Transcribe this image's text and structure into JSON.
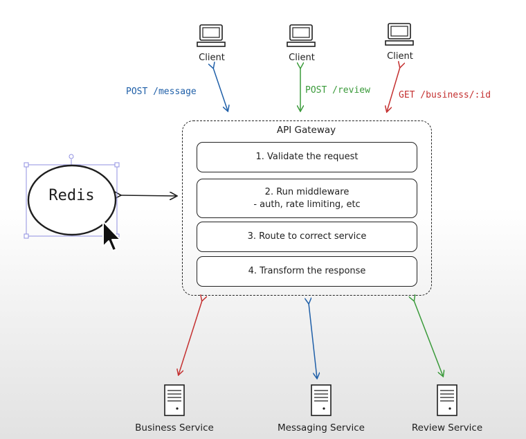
{
  "clients": [
    {
      "label": "Client"
    },
    {
      "label": "Client"
    },
    {
      "label": "Client"
    }
  ],
  "edges_top": [
    {
      "label": "POST /message",
      "color": "#1f5fa8"
    },
    {
      "label": "POST /review",
      "color": "#3a9a3a"
    },
    {
      "label": "GET /business/:id",
      "color": "#c43030"
    }
  ],
  "gateway": {
    "title": "API Gateway",
    "steps": [
      {
        "label": "1. Validate the request"
      },
      {
        "label": "2. Run middleware\n- auth, rate limiting, etc"
      },
      {
        "label": "3. Route to correct service"
      },
      {
        "label": "4. Transform the response"
      }
    ]
  },
  "cache": {
    "label": "Redis"
  },
  "services": [
    {
      "label": "Business Service",
      "edge_color": "#c43030"
    },
    {
      "label": "Messaging Service",
      "edge_color": "#1f5fa8"
    },
    {
      "label": "Review Service",
      "edge_color": "#3a9a3a"
    }
  ],
  "icons": [
    "monitor-icon",
    "server-icon",
    "cursor-icon"
  ]
}
